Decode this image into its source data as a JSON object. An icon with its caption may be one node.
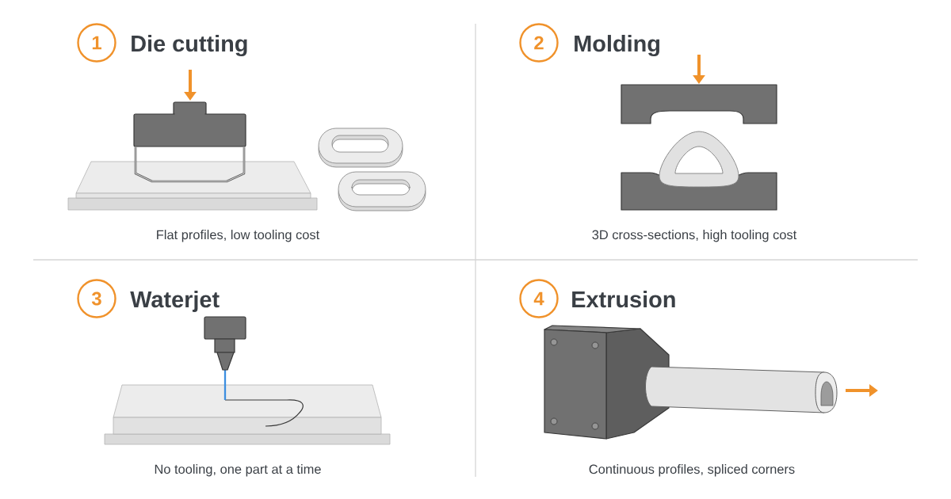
{
  "diagram": {
    "nodes": [
      {
        "text": [
          "1"
        ],
        "beside": [
          "Die cutting"
        ]
      },
      {
        "text": [
          "2"
        ],
        "beside": [
          "Molding"
        ]
      },
      {
        "text": [
          "3"
        ],
        "beside": [
          "Waterjet"
        ]
      },
      {
        "text": [
          "4"
        ],
        "beside": [
          "Extrusion"
        ]
      }
    ],
    "labels": [
      "Flat profiles, low tooling cost",
      "3D cross-sections, high tooling cost",
      "No tooling, one part at a time",
      "Continuous profiles, spliced corners"
    ]
  }
}
